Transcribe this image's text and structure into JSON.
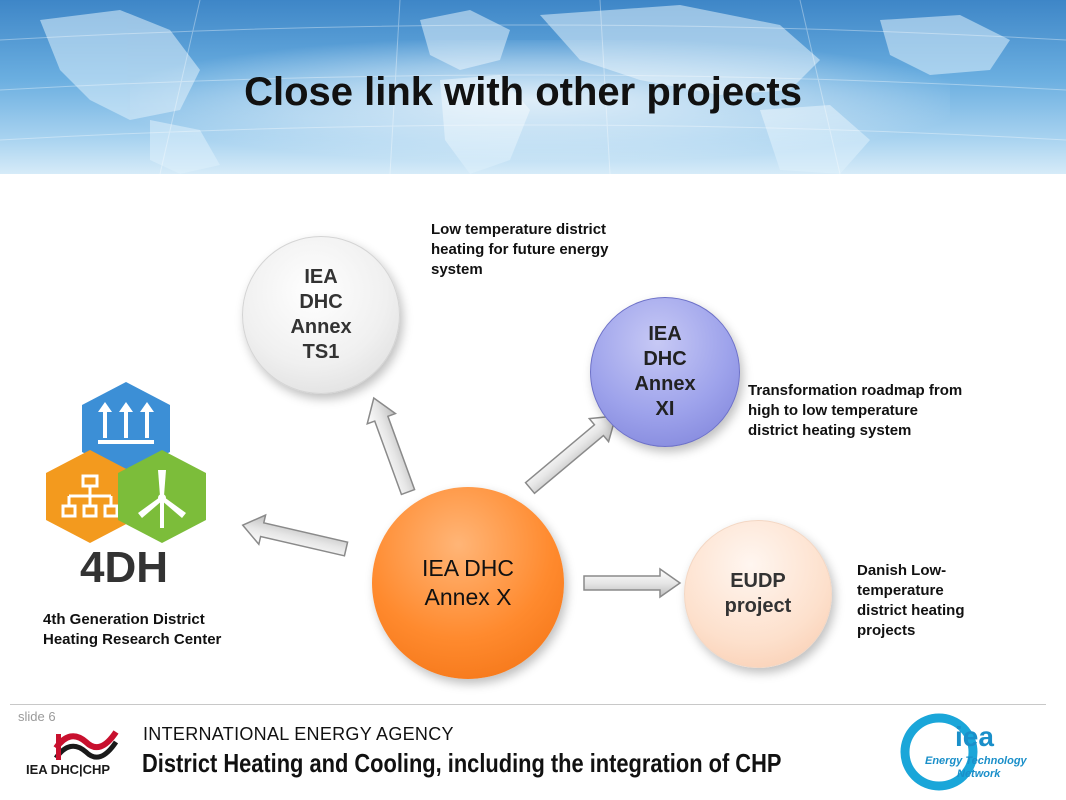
{
  "slide": {
    "title": "Close link with other projects",
    "slide_number": "slide 6"
  },
  "nodes": {
    "center": "IEA DHC\nAnnex X",
    "ts1": "IEA\nDHC\nAnnex\nTS1",
    "xi": "IEA\nDHC\nAnnex\nXI",
    "eudp": "EUDP\nproject"
  },
  "descriptions": {
    "ts1": "Low temperature district\nheating for future energy\nsystem",
    "xi": "Transformation roadmap from\nhigh to low temperature\ndistrict heating system",
    "eudp": "Danish Low-\ntemperature\ndistrict heating\nprojects",
    "fourdh": "4th Generation District\nHeating Research Center"
  },
  "logos": {
    "fourdh_text": "4DH",
    "iea_dhc_text": "IEA DHC|CHP",
    "etn_iea_text": "iea",
    "etn_line1": "Energy Technology",
    "etn_line2": "Network"
  },
  "footer": {
    "org_name": "INTERNATIONAL ENERGY AGENCY",
    "subtitle": "District Heating and Cooling, including the integration of CHP"
  },
  "colors": {
    "center_node": "#ff8a2e",
    "xi_node": "#9da2eb",
    "eudp_node": "#fde0cc",
    "ts1_node": "#f0f0f0",
    "hex_blue": "#3c8fd6",
    "hex_orange": "#f39a1e",
    "hex_green": "#7cbd3a"
  }
}
